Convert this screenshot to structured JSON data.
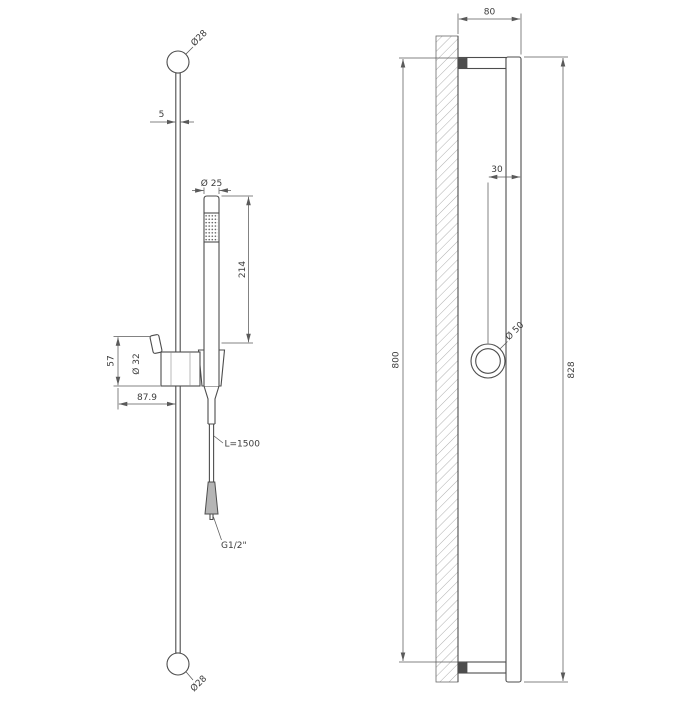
{
  "drawing": {
    "front_view": {
      "top_knob_dia": "Ø28",
      "rail_width": "5",
      "handshower_dia": "Ø 25",
      "handshower_length": "214",
      "bracket_height": "57",
      "bracket_dia": "Ø 32",
      "bracket_offset": "87.9",
      "hose_length": "L=1500",
      "hose_thread": "G1/2\"",
      "bottom_knob_dia": "Ø28"
    },
    "side_view": {
      "wall_offset": "80",
      "ring_offset": "30",
      "ring_dia": "Ø 50",
      "fixing_height": "800",
      "total_height": "828"
    },
    "colors": {
      "object_line": "#4d4d4d",
      "dimension_line": "#5a5a5a",
      "text": "#3c3c3c",
      "background": "#ffffff"
    }
  }
}
